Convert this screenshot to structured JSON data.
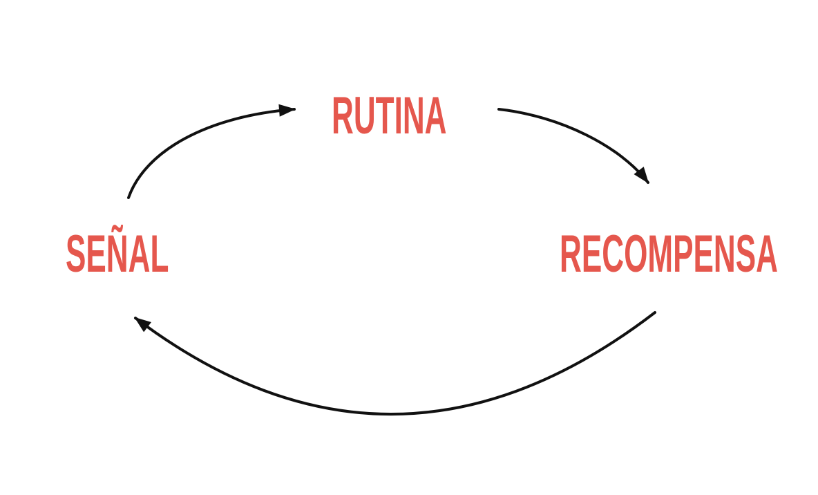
{
  "diagram": {
    "type": "cycle",
    "nodes": [
      {
        "id": "rutina",
        "label": "RUTINA",
        "position": "top-center"
      },
      {
        "id": "senal",
        "label": "SEÑAL",
        "position": "middle-left"
      },
      {
        "id": "recompensa",
        "label": "RECOMPENSA",
        "position": "middle-right"
      }
    ],
    "edges": [
      {
        "from": "senal",
        "to": "rutina",
        "style": "curved-arrow"
      },
      {
        "from": "rutina",
        "to": "recompensa",
        "style": "curved-arrow"
      },
      {
        "from": "recompensa",
        "to": "senal",
        "style": "curved-arrow"
      }
    ],
    "colors": {
      "label": "#E5574D",
      "arrow": "#111111",
      "background": "#FFFFFF"
    }
  }
}
